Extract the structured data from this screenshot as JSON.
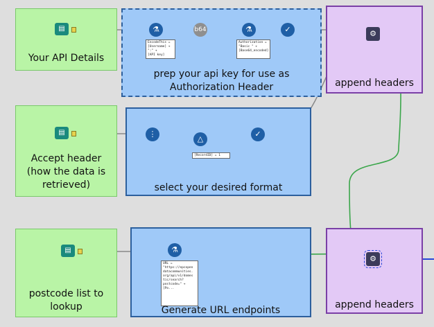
{
  "containers": {
    "api_details": "Your API Details",
    "prep": "prep your api key for use as\nAuthorization Header",
    "accept": "Accept header\n(how the data is\nretrieved)",
    "select": "select your desired format",
    "postcode": "postcode list to\nlookup",
    "generate": "Generate URL endpoints",
    "append1": "append headers",
    "append2": "append headers"
  },
  "annotations": {
    "encode": "EncodeThis =\n[Username] + \":\" +\n[API key]",
    "authorization": "Authorization =\n\"Basic \" +\n[Base64_encoded]",
    "recordid": "[RecordID] = 1",
    "url": "URL =\n\"https://epcopen\ndatacommunities.\norg/api/v1/domes\ntic/search?\npostcode=\" + [Po..."
  },
  "icons": {
    "input": "book-icon",
    "formula": "flask-icon",
    "base64": "b64",
    "select": "check-icon",
    "recordid": "record-icon",
    "filter": "filter-icon",
    "append": "gears-icon"
  },
  "colors": {
    "green": "#b9f4a6",
    "blue": "#9fc9f8",
    "purple": "#e3c9f6",
    "wire_grey": "#888888",
    "wire_green": "#3aa64a",
    "wire_blue": "#2746d8"
  }
}
